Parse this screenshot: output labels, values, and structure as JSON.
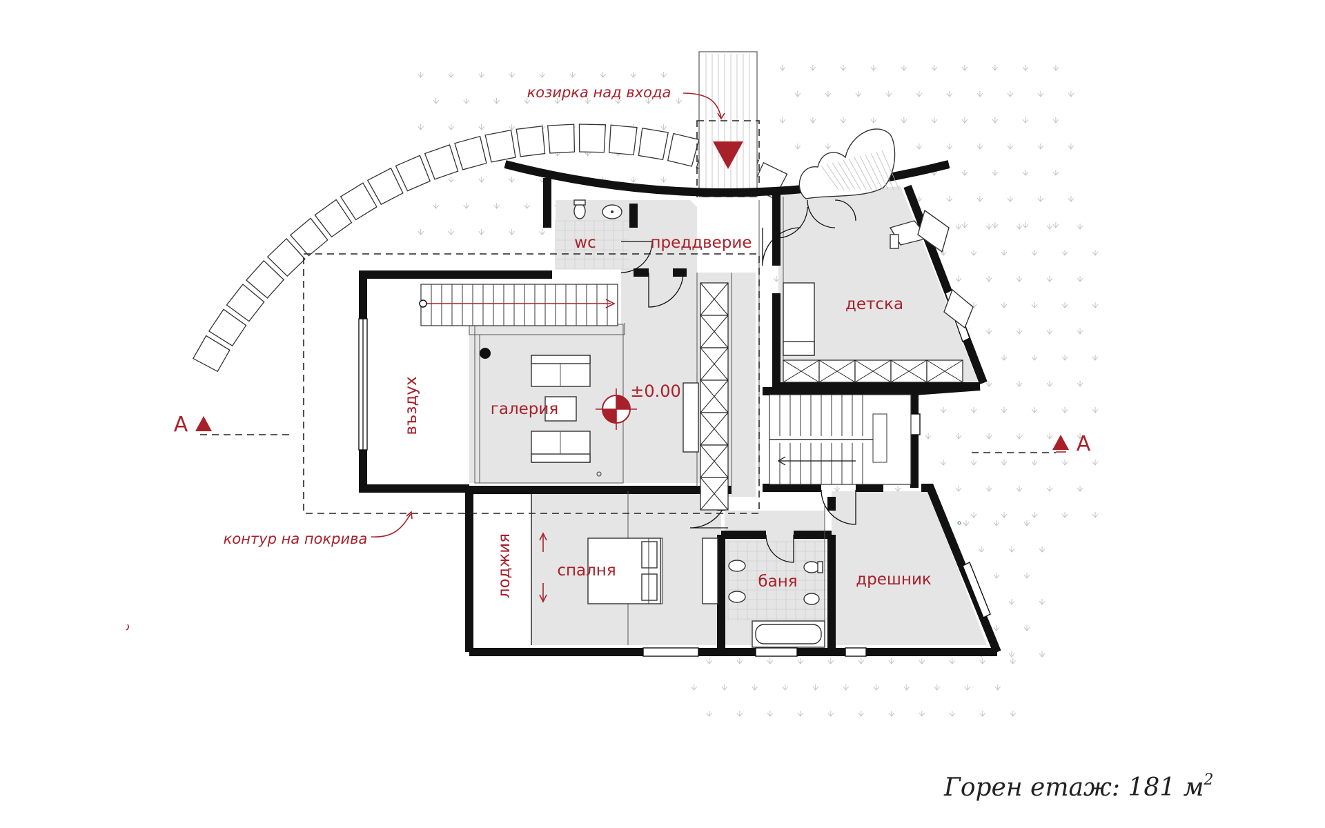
{
  "rooms": {
    "wc": "wc",
    "vestibule": "преддверие",
    "kids": "детска",
    "air": "въздух",
    "gallery": "галерия",
    "bedroom": "спалня",
    "loggia": "лоджия",
    "bath": "баня",
    "wardrobe": "дрешник"
  },
  "level_mark": "±0.00",
  "section": {
    "left": "A",
    "right": "A"
  },
  "notes": {
    "canopy": "козирка над входа",
    "roof_outline": "контур на покрива"
  },
  "footer": {
    "label": "Горен етаж: 181 м",
    "superscript": "2"
  },
  "colors": {
    "accent": "#a8202a",
    "walls": "#111111",
    "floor": "#e5e5e5"
  }
}
